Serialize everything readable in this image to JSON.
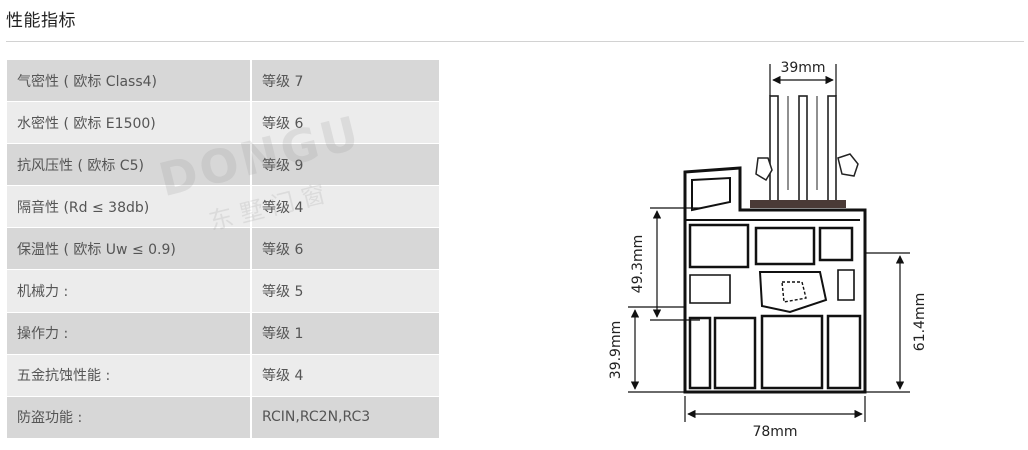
{
  "page": {
    "title": "性能指标"
  },
  "specs": [
    {
      "property": "气密性 ( 欧标 Class4)",
      "value": "等级 7"
    },
    {
      "property": "水密性 ( 欧标 E1500)",
      "value": "等级 6"
    },
    {
      "property": "抗风压性 ( 欧标 C5)",
      "value": "等级 9"
    },
    {
      "property": "隔音性 (Rd ≤ 38db)",
      "value": "等级 4"
    },
    {
      "property": "保温性 ( 欧标 Uw ≤ 0.9)",
      "value": "等级 6"
    },
    {
      "property": "机械力 :",
      "value": "等级 5"
    },
    {
      "property": "操作力 :",
      "value": "等级 1"
    },
    {
      "property": "五金抗蚀性能 :",
      "value": "等级 4"
    },
    {
      "property": "防盗功能 :",
      "value": "RCIN,RC2N,RC3"
    }
  ],
  "watermark": {
    "brand": "DONGU",
    "brand_cn": "东 墅 门 窗"
  },
  "diagram": {
    "dim_glass": "39mm",
    "dim_upper": "49.3mm",
    "dim_lower": "39.9mm",
    "dim_right": "61.4mm",
    "dim_width": "78mm"
  }
}
